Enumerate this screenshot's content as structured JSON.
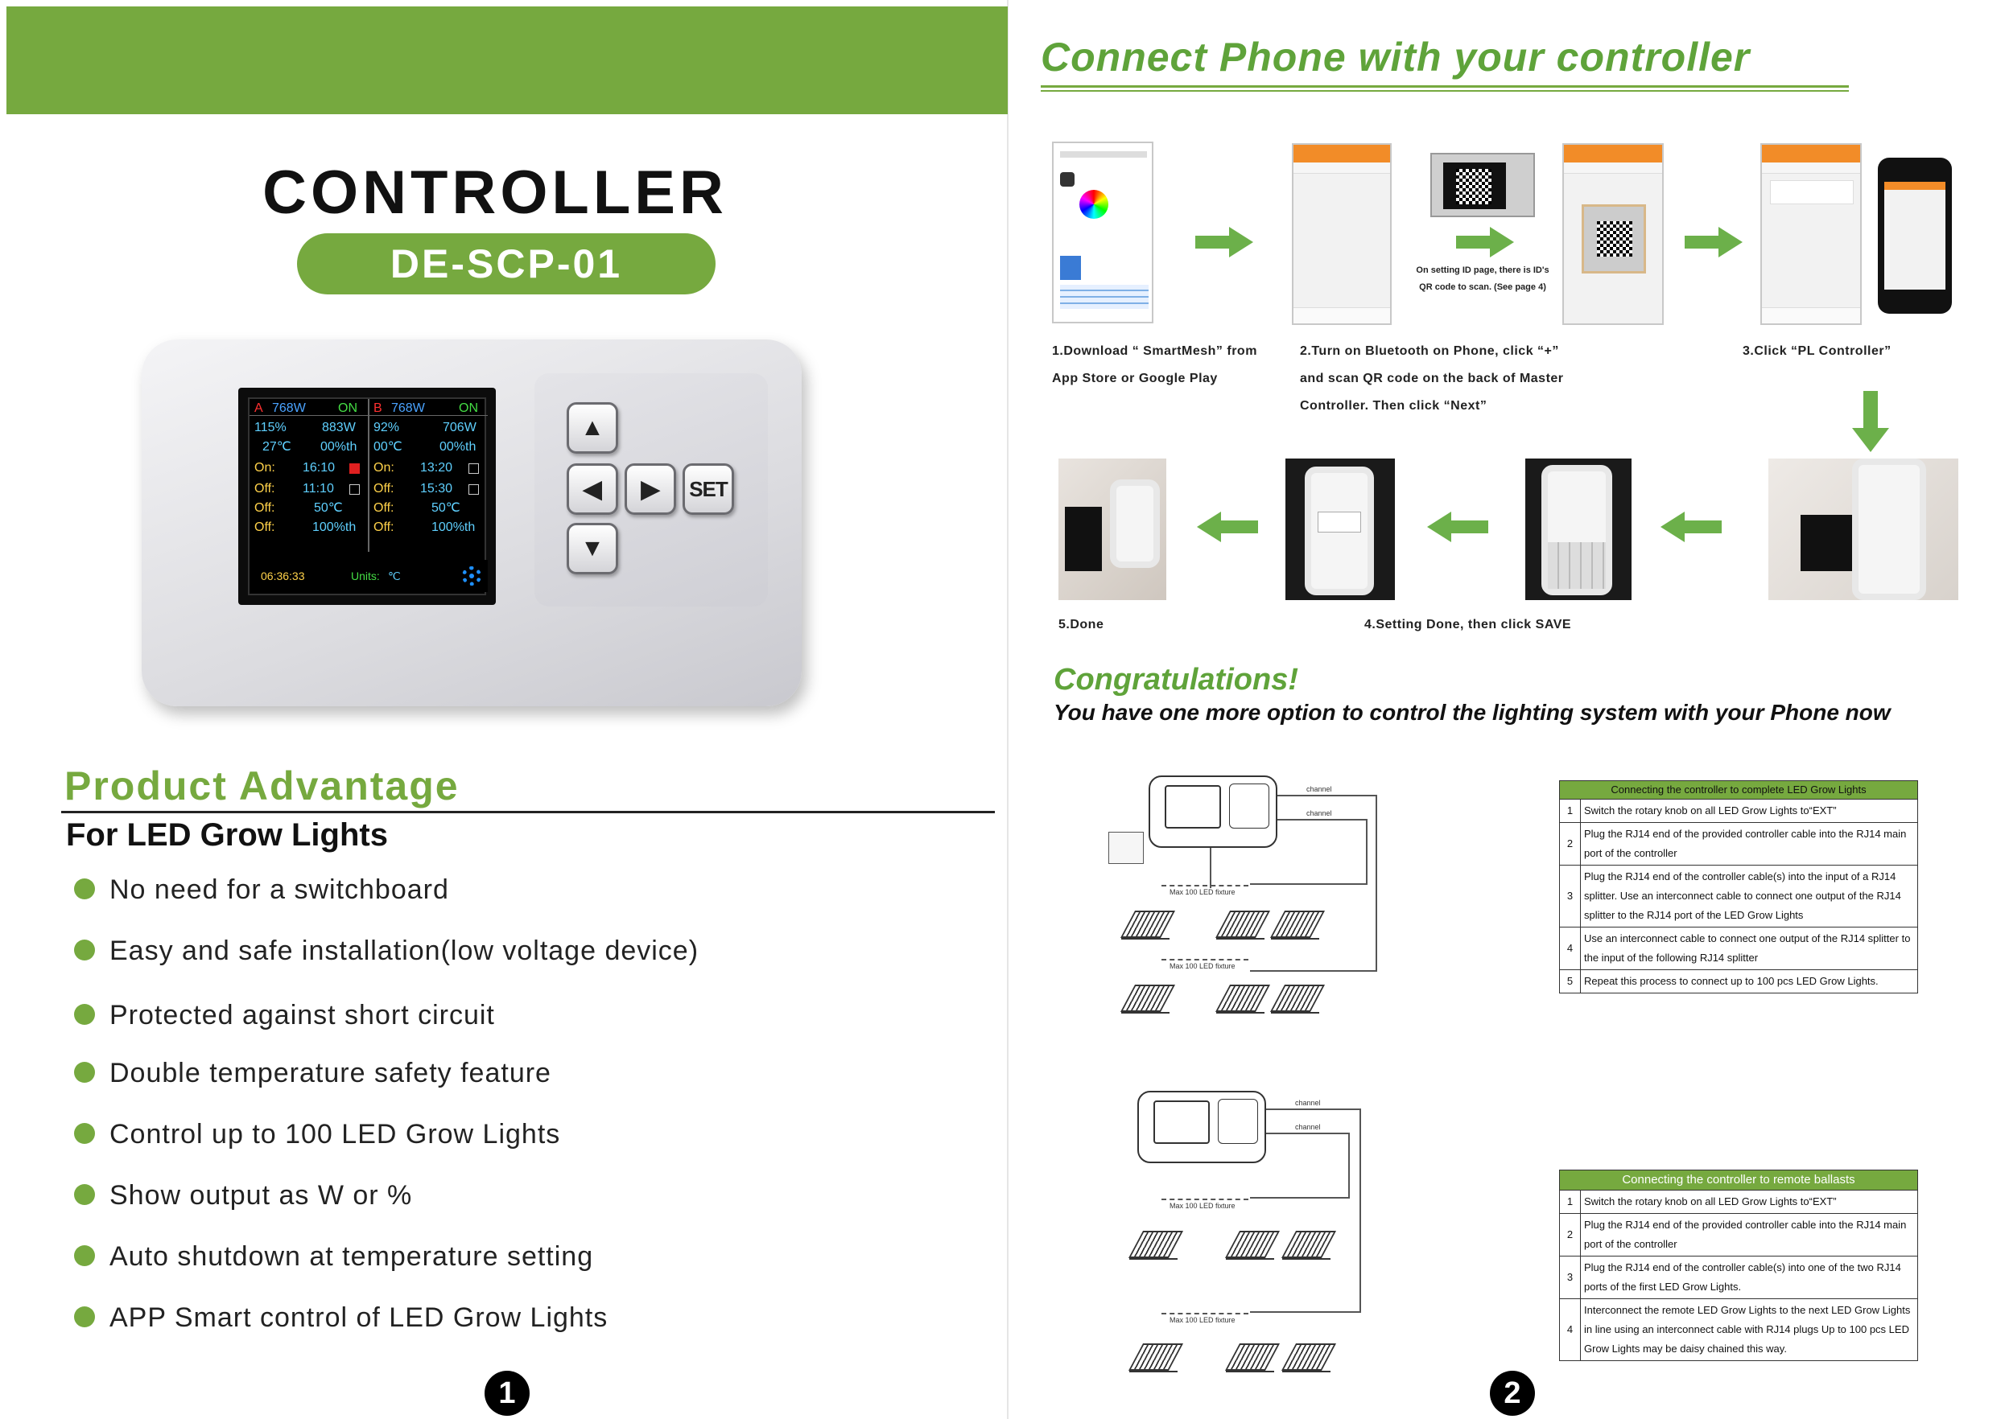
{
  "left_page": {
    "title": "CONTROLLER",
    "model": "DE-SCP-01",
    "device": {
      "screen": {
        "a_label": "A",
        "a_watts": "768W",
        "a_state": "ON",
        "b_label": "B",
        "b_watts": "768W",
        "b_state": "ON",
        "rows": [
          [
            "115%",
            "883W",
            "92%",
            "706W"
          ],
          [
            "27℃",
            "00%th",
            "00℃",
            "00%th"
          ],
          [
            "On:",
            "16:10",
            "On:",
            "13:20"
          ],
          [
            "Off:",
            "11:10",
            "Off:",
            "15:30"
          ],
          [
            "Off:",
            "50℃",
            "Off:",
            "50℃"
          ],
          [
            "Off:",
            "100%th",
            "Off:",
            "100%th"
          ]
        ],
        "clock": "06:36:33",
        "units_label": "Units:",
        "units_value": "℃"
      },
      "keys": {
        "up": "▲",
        "left": "◀",
        "right": "▶",
        "down": "▼",
        "set": "SET"
      }
    },
    "advantages": {
      "title": "Product  Advantage",
      "subtitle": "For LED Grow Lights",
      "items": [
        "No need for a switchboard",
        "Easy and safe installation(low voltage device)",
        "Protected against short circuit",
        "Double temperature safety feature",
        "Control up to 100 LED Grow Lights",
        "Show output as W or %",
        "Auto shutdown at temperature setting",
        "APP Smart control of LED Grow Lights"
      ]
    },
    "page_number": "1"
  },
  "right_page": {
    "title": "Connect Phone with your controller",
    "scan_note_line1": "On setting ID page, there is ID's",
    "scan_note_line2": "QR code to scan. (See page 4)",
    "steps": {
      "s1_line1": "1.Download “ SmartMesh” from",
      "s1_line2": "App Store or Google Play",
      "s2_line1": "2.Turn on Bluetooth on Phone, click “+”",
      "s2_line2": "and scan QR code on the back of Master",
      "s2_line3": "Controller. Then click “Next”",
      "s3": "3.Click “PL Controller”",
      "s4": "4.Setting Done, then click SAVE",
      "s5": "5.Done"
    },
    "congrats_title": "Congratulations!",
    "congrats_sub": "You have one more option to control the lighting system with your Phone now",
    "diagram1": {
      "channel1": "channel",
      "channel2": "channel",
      "group1": "Max 100 LED fixture",
      "group2": "Max 100 LED fixture"
    },
    "diagram2": {
      "channel1": "channel",
      "channel2": "channel",
      "group1": "Max 100 LED fixture",
      "group2": "Max 100 LED fixture"
    },
    "table1": {
      "header": "Connecting the controller to complete LED Grow Lights",
      "rows": [
        {
          "n": "1",
          "text": "Switch the rotary knob on all LED Grow Lights to“EXT”"
        },
        {
          "n": "2",
          "text": "Plug the RJ14 end of the provided controller cable into the RJ14 main port of the controller"
        },
        {
          "n": "3",
          "text": "Plug the RJ14 end of the controller cable(s) into the input of a RJ14 splitter. Use an interconnect cable to connect one output of the RJ14 splitter to the RJ14 port of the LED Grow Lights"
        },
        {
          "n": "4",
          "text": "Use an interconnect cable to connect one output of the RJ14 splitter to the input of the following RJ14 splitter"
        },
        {
          "n": "5",
          "text": "Repeat this process to connect up to 100 pcs LED Grow Lights."
        }
      ]
    },
    "table2": {
      "header": "Connecting the controller to remote ballasts",
      "rows": [
        {
          "n": "1",
          "text": "Switch the rotary knob on all LED Grow Lights to“EXT”"
        },
        {
          "n": "2",
          "text": "Plug the RJ14 end of the provided controller cable into the RJ14 main port of the controller"
        },
        {
          "n": "3",
          "text": "Plug the RJ14 end of the controller cable(s) into one of the two RJ14 ports of the first LED Grow Lights."
        },
        {
          "n": "4",
          "text": "Interconnect the remote LED Grow Lights to the next LED Grow Lights in line using an interconnect cable with RJ14 plugs Up to 100 pcs LED Grow Lights may be daisy chained this way."
        }
      ]
    },
    "page_number": "2"
  }
}
